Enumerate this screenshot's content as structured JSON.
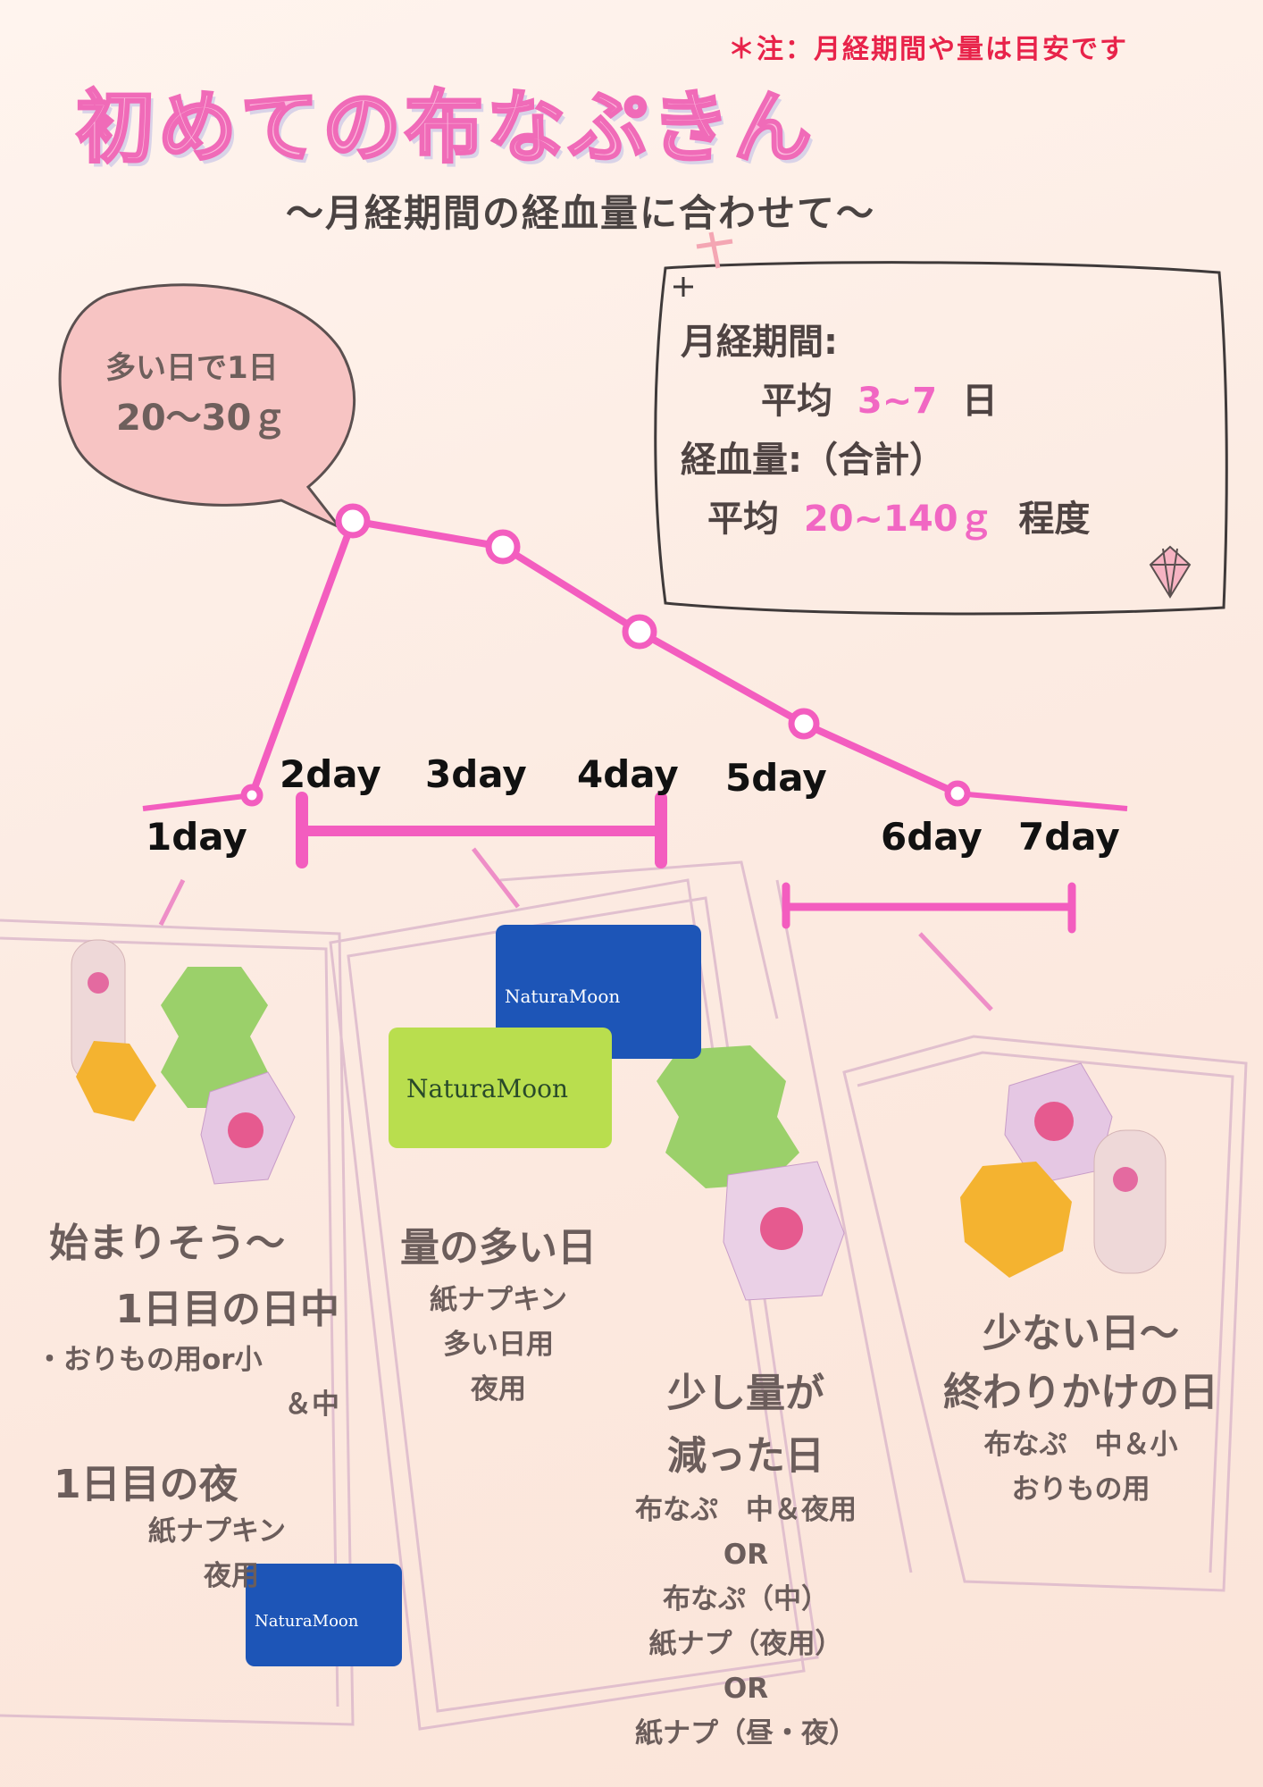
{
  "note": "＊注：月経期間や量は目安です",
  "title": "初めての布なぷきん",
  "subtitle": "～月経期間の経血量に合わせて～",
  "bubble": {
    "line1": "多い日で1日",
    "line2": "20～30ｇ"
  },
  "info": {
    "period_label": "月経期間:",
    "period_prefix": "平均",
    "period_value": "3~7",
    "period_unit": "日",
    "blood_label": "経血量:（合計）",
    "blood_prefix": "平均",
    "blood_value": "20~140ｇ",
    "blood_suffix": "程度"
  },
  "chart_data": {
    "type": "line",
    "x": [
      "1day",
      "2day",
      "3day",
      "4day",
      "5day",
      "6day",
      "7day"
    ],
    "colors": {
      "line": "#f35dbf"
    }
  },
  "days": [
    "1day",
    "2day",
    "3day",
    "4day",
    "5day",
    "6day",
    "7day"
  ],
  "sections": {
    "start": {
      "title1": "始まりそう～",
      "title2": "1日目の日中",
      "sub1": "・おりもの用or小",
      "sub2": "＆中"
    },
    "night1": {
      "title": "1日目の夜",
      "sub1": "紙ナプキン",
      "sub2": "夜用"
    },
    "heavy": {
      "title": "量の多い日",
      "sub1": "紙ナプキン",
      "sub2": "多い日用",
      "sub3": "夜用"
    },
    "less": {
      "title1": "少し量が",
      "title2": "減った日",
      "sub1": "布なぷ　中＆夜用",
      "sub2": "OR",
      "sub3": "布なぷ（中）",
      "sub4": "紙ナプ（夜用）",
      "sub5": "OR",
      "sub6": "紙ナプ（昼・夜）"
    },
    "end": {
      "title1": "少ない日～",
      "title2": "終わりかけの日",
      "sub1": "布なぷ　中＆小",
      "sub2": "おりもの用"
    }
  },
  "brand": "NaturaMoon"
}
